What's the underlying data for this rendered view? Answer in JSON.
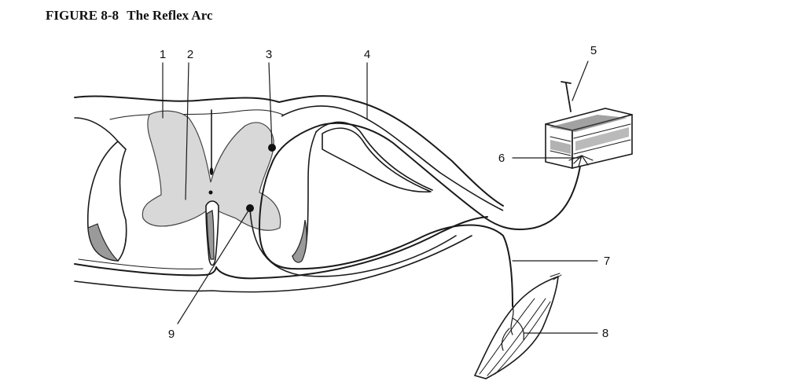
{
  "figure": {
    "number": "FIGURE 8-8",
    "title": "The Reflex Arc"
  },
  "labels": [
    "1",
    "2",
    "3",
    "4",
    "5",
    "6",
    "7",
    "8",
    "9"
  ]
}
